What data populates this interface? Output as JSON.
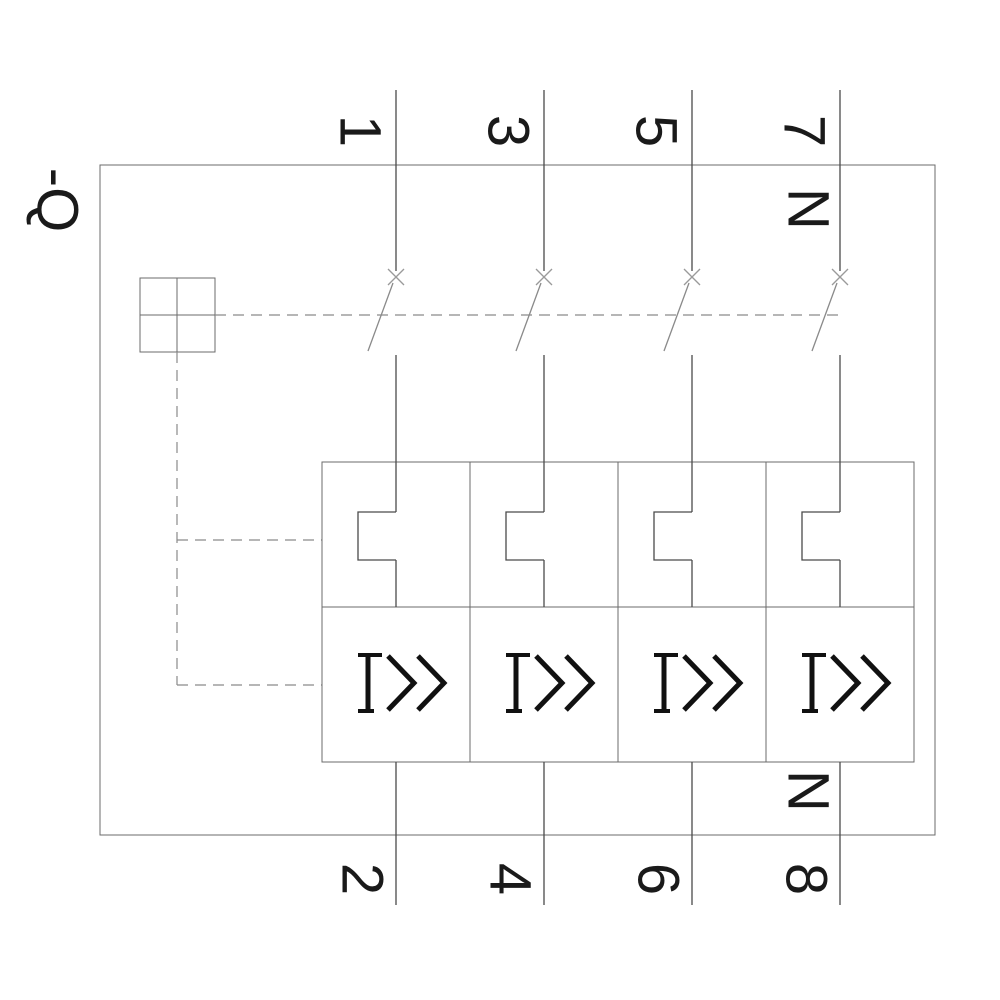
{
  "diagram": {
    "device_label": "-Q",
    "top_terminals": [
      "1",
      "3",
      "5",
      "7"
    ],
    "bottom_terminals": [
      "2",
      "4",
      "6",
      "8"
    ],
    "neutral_top_label": "N",
    "neutral_bottom_label": "N",
    "release_symbol": "I>>",
    "colors": {
      "background": "#ffffff",
      "frame": "#6b6b6b",
      "conductor": "#4a4a4a",
      "dashed_link": "#8a8a8a",
      "contact_mark": "#9a9a9a",
      "release_glyph": "#111111",
      "label_text": "#1a1a1a"
    }
  }
}
